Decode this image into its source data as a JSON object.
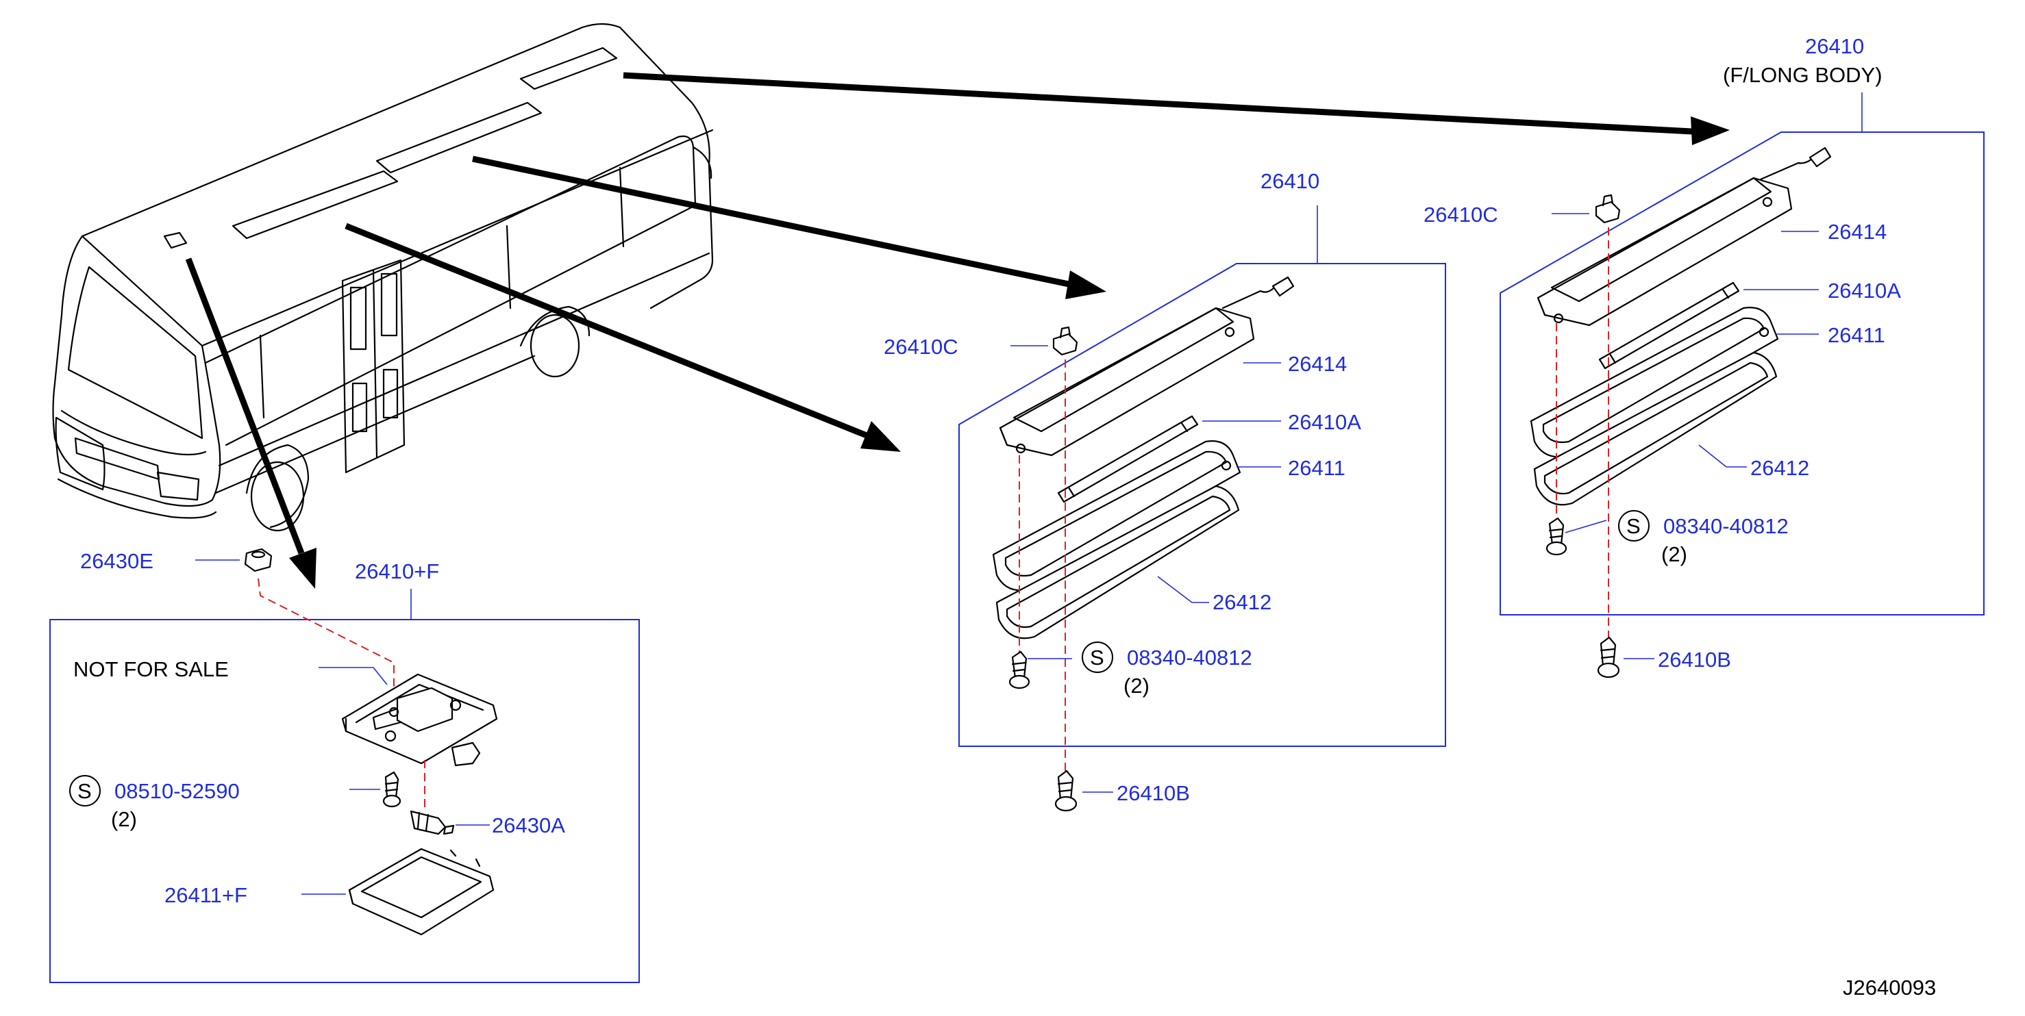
{
  "diagram_id": "J2640093",
  "callouts": {
    "center_box": "26410",
    "right_box": "26410",
    "right_box_note": "(F/LONG   BODY)",
    "left_box": "26410+F",
    "c_26410C": "26410C",
    "c_26414": "26414",
    "c_26410A": "26410A",
    "c_26411": "26411",
    "c_26412": "26412",
    "c_26410B": "26410B",
    "c_26430E": "26430E",
    "c_26430A": "26430A",
    "c_26411F": "26411+F",
    "not_for_sale": "NOT   FOR   SALE",
    "screw_08340": "08340-40812",
    "screw_08510": "08510-52590",
    "qty": "(2)",
    "std_mark": "S"
  },
  "colors": {
    "callout_text": "#1f2be0",
    "box_line": "#1f2be0",
    "dashed_line": "#e02020",
    "drawing": "#000000"
  }
}
